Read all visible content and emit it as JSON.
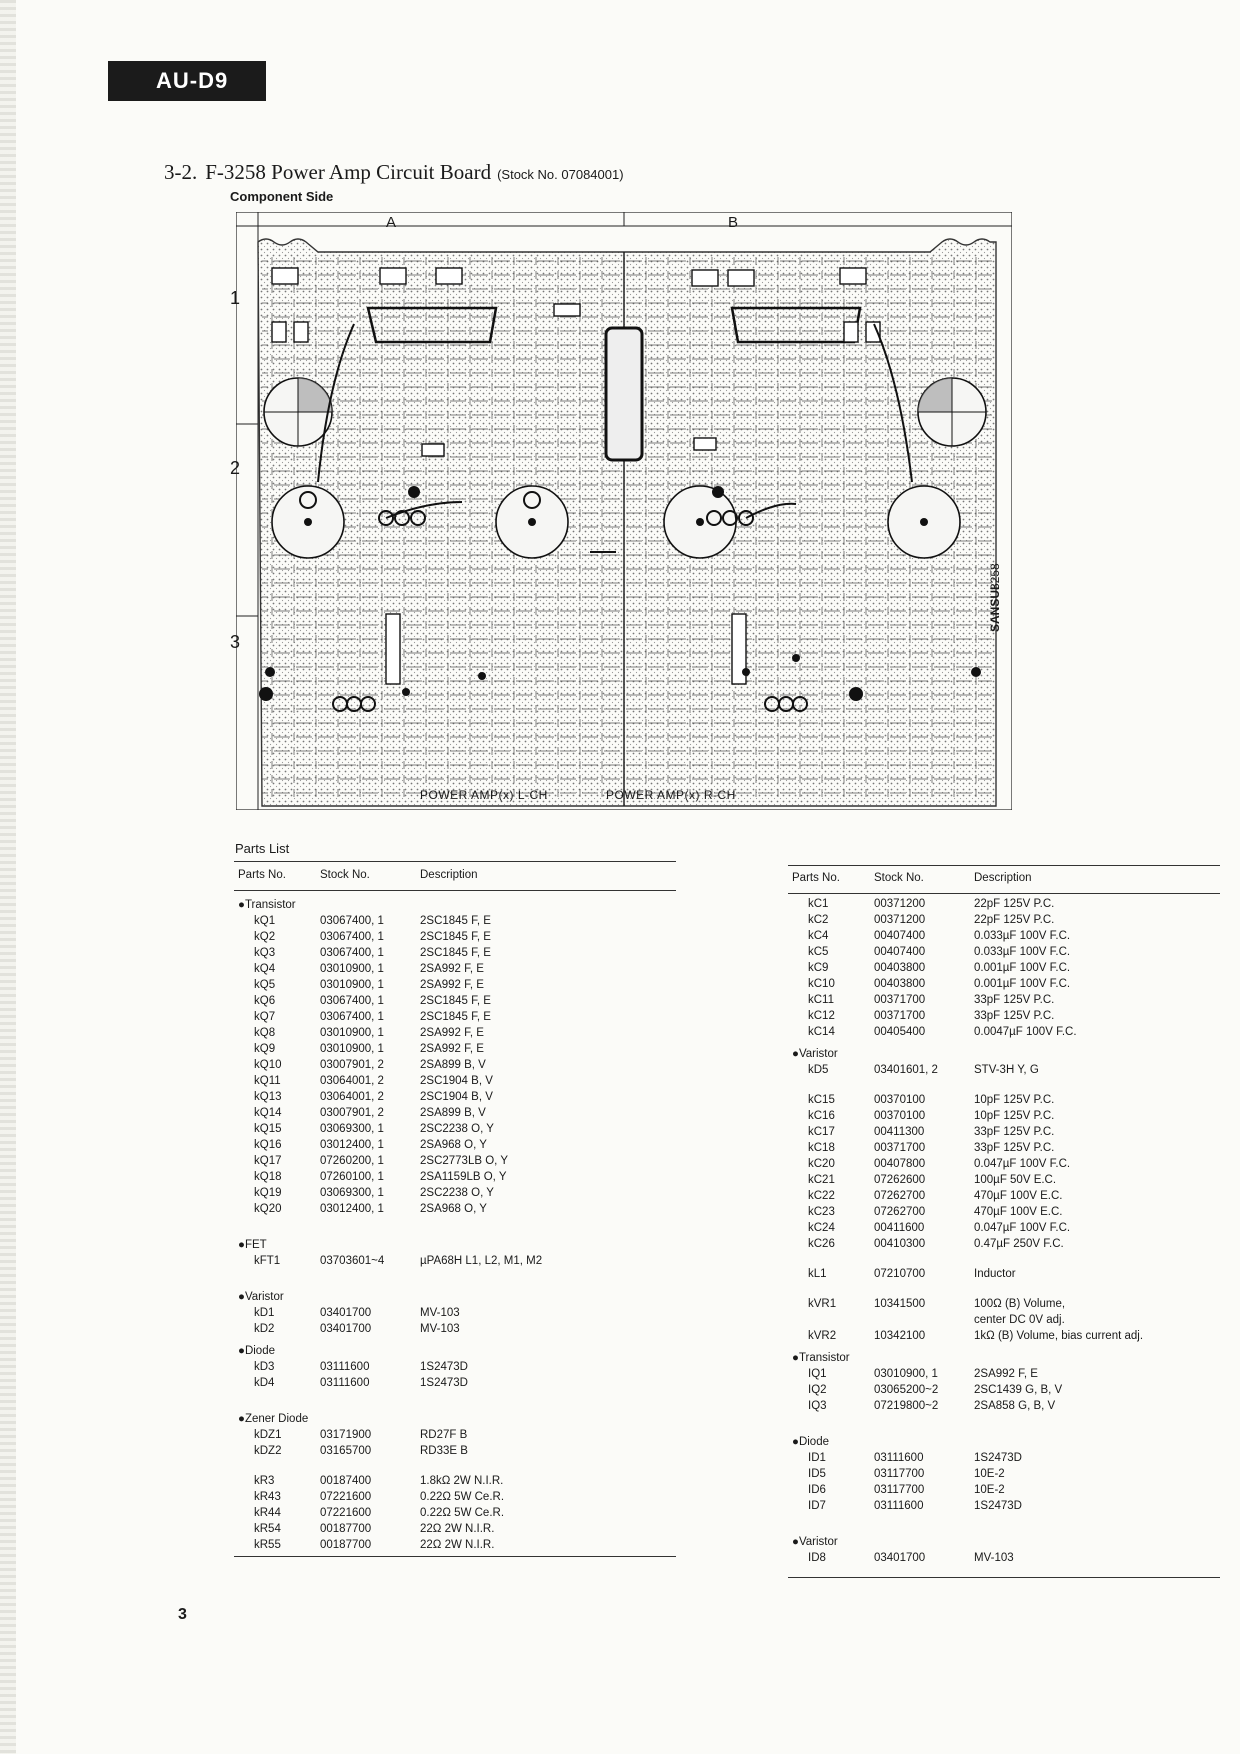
{
  "header": {
    "model": "AU-D9"
  },
  "section": {
    "number": "3-2.",
    "title": "F-3258 Power Amp Circuit Board",
    "stock_note": "(Stock No. 07084001)",
    "subheading": "Component Side"
  },
  "board": {
    "column_labels": [
      "A",
      "B"
    ],
    "row_labels": [
      "1",
      "2",
      "3"
    ],
    "left_channel_label": "POWER AMP(x) L-CH",
    "right_channel_label": "POWER AMP(x) R-CH",
    "board_number": "3258",
    "brand_mark": "SANSUI"
  },
  "parts_list": {
    "title": "Parts List",
    "headers": {
      "parts_no": "Parts No.",
      "stock_no": "Stock No.",
      "description": "Description"
    },
    "left_column": [
      {
        "group": "●Transistor"
      },
      {
        "p": "kQ1",
        "s": "03067400, 1",
        "d": "2SC1845  F, E"
      },
      {
        "p": "kQ2",
        "s": "03067400, 1",
        "d": "2SC1845  F, E"
      },
      {
        "p": "kQ3",
        "s": "03067400, 1",
        "d": "2SC1845  F, E"
      },
      {
        "p": "kQ4",
        "s": "03010900, 1",
        "d": "2SA992  F, E"
      },
      {
        "p": "kQ5",
        "s": "03010900, 1",
        "d": "2SA992  F, E"
      },
      {
        "p": "kQ6",
        "s": "03067400, 1",
        "d": "2SC1845  F, E"
      },
      {
        "p": "kQ7",
        "s": "03067400, 1",
        "d": "2SC1845  F, E"
      },
      {
        "p": "kQ8",
        "s": "03010900, 1",
        "d": "2SA992  F, E"
      },
      {
        "p": "kQ9",
        "s": "03010900, 1",
        "d": "2SA992  F, E"
      },
      {
        "p": "kQ10",
        "s": "03007901, 2",
        "d": "2SA899  B, V"
      },
      {
        "p": "kQ11",
        "s": "03064001, 2",
        "d": "2SC1904  B, V"
      },
      {
        "p": "kQ13",
        "s": "03064001, 2",
        "d": "2SC1904  B, V"
      },
      {
        "p": "kQ14",
        "s": "03007901, 2",
        "d": "2SA899  B, V"
      },
      {
        "p": "kQ15",
        "s": "03069300, 1",
        "d": "2SC2238  O, Y"
      },
      {
        "p": "kQ16",
        "s": "03012400, 1",
        "d": "2SA968  O, Y"
      },
      {
        "p": "kQ17",
        "s": "07260200, 1",
        "d": "2SC2773LB  O, Y"
      },
      {
        "p": "kQ18",
        "s": "07260100, 1",
        "d": "2SA1159LB  O, Y"
      },
      {
        "p": "kQ19",
        "s": "03069300, 1",
        "d": "2SC2238  O, Y"
      },
      {
        "p": "kQ20",
        "s": "03012400, 1",
        "d": "2SA968  O, Y"
      },
      {
        "gap": true
      },
      {
        "group": "●FET"
      },
      {
        "p": "kFT1",
        "s": "03703601~4",
        "d": "µPA68H  L1, L2, M1, M2"
      },
      {
        "gap": true
      },
      {
        "group": "●Varistor"
      },
      {
        "p": "kD1",
        "s": "03401700",
        "d": "MV-103"
      },
      {
        "p": "kD2",
        "s": "03401700",
        "d": "MV-103"
      },
      {
        "group": "●Diode"
      },
      {
        "p": "kD3",
        "s": "03111600",
        "d": "1S2473D"
      },
      {
        "p": "kD4",
        "s": "03111600",
        "d": "1S2473D"
      },
      {
        "gap": true
      },
      {
        "group": "●Zener Diode"
      },
      {
        "p": "kDZ1",
        "s": "03171900",
        "d": "RD27F  B"
      },
      {
        "p": "kDZ2",
        "s": "03165700",
        "d": "RD33E  B"
      },
      {
        "gap": true
      },
      {
        "p": "kR3",
        "s": "00187400",
        "d": "1.8kΩ  2W  N.I.R."
      },
      {
        "p": "kR43",
        "s": "07221600",
        "d": "0.22Ω  5W  Ce.R."
      },
      {
        "p": "kR44",
        "s": "07221600",
        "d": "0.22Ω  5W  Ce.R."
      },
      {
        "p": "kR54",
        "s": "00187700",
        "d": "22Ω  2W  N.I.R."
      },
      {
        "p": "kR55",
        "s": "00187700",
        "d": "22Ω  2W  N.I.R."
      }
    ],
    "right_column": [
      {
        "p": "kC1",
        "s": "00371200",
        "d": "22pF  125V  P.C."
      },
      {
        "p": "kC2",
        "s": "00371200",
        "d": "22pF  125V  P.C."
      },
      {
        "p": "kC4",
        "s": "00407400",
        "d": "0.033µF  100V  F.C."
      },
      {
        "p": "kC5",
        "s": "00407400",
        "d": "0.033µF  100V  F.C."
      },
      {
        "p": "kC9",
        "s": "00403800",
        "d": "0.001µF  100V  F.C."
      },
      {
        "p": "kC10",
        "s": "00403800",
        "d": "0.001µF  100V  F.C."
      },
      {
        "p": "kC11",
        "s": "00371700",
        "d": "33pF  125V  P.C."
      },
      {
        "p": "kC12",
        "s": "00371700",
        "d": "33pF  125V  P.C."
      },
      {
        "p": "kC14",
        "s": "00405400",
        "d": "0.0047µF  100V  F.C."
      },
      {
        "group": "●Varistor"
      },
      {
        "p": "kD5",
        "s": "03401601, 2",
        "d": "STV-3H  Y, G"
      },
      {
        "gap": true
      },
      {
        "p": "kC15",
        "s": "00370100",
        "d": "10pF  125V  P.C."
      },
      {
        "p": "kC16",
        "s": "00370100",
        "d": "10pF  125V  P.C."
      },
      {
        "p": "kC17",
        "s": "00411300",
        "d": "33pF  125V  P.C."
      },
      {
        "p": "kC18",
        "s": "00371700",
        "d": "33pF  125V  P.C."
      },
      {
        "p": "kC20",
        "s": "00407800",
        "d": "0.047µF  100V  F.C."
      },
      {
        "p": "kC21",
        "s": "07262600",
        "d": "100µF  50V  E.C."
      },
      {
        "p": "kC22",
        "s": "07262700",
        "d": "470µF  100V  E.C."
      },
      {
        "p": "kC23",
        "s": "07262700",
        "d": "470µF  100V  E.C."
      },
      {
        "p": "kC24",
        "s": "00411600",
        "d": "0.047µF  100V  F.C."
      },
      {
        "p": "kC26",
        "s": "00410300",
        "d": "0.47µF  250V  F.C."
      },
      {
        "gap": true
      },
      {
        "p": "kL1",
        "s": "07210700",
        "d": "Inductor"
      },
      {
        "gap": true
      },
      {
        "p": "kVR1",
        "s": "10341500",
        "d": "100Ω (B) Volume,"
      },
      {
        "p": "",
        "s": "",
        "d": "center DC 0V adj."
      },
      {
        "p": "kVR2",
        "s": "10342100",
        "d": "1kΩ (B) Volume, bias current adj."
      },
      {
        "group": "●Transistor"
      },
      {
        "p": "IQ1",
        "s": "03010900, 1",
        "d": "2SA992  F, E"
      },
      {
        "p": "IQ2",
        "s": "03065200~2",
        "d": "2SC1439  G, B, V"
      },
      {
        "p": "IQ3",
        "s": "07219800~2",
        "d": "2SA858  G, B, V"
      },
      {
        "gap": true
      },
      {
        "group": "●Diode"
      },
      {
        "p": "ID1",
        "s": "03111600",
        "d": "1S2473D"
      },
      {
        "p": "ID5",
        "s": "03117700",
        "d": "10E-2"
      },
      {
        "p": "ID6",
        "s": "03117700",
        "d": "10E-2"
      },
      {
        "p": "ID7",
        "s": "03111600",
        "d": "1S2473D"
      },
      {
        "gap": true
      },
      {
        "group": "●Varistor"
      },
      {
        "p": "ID8",
        "s": "03401700",
        "d": "MV-103"
      }
    ]
  },
  "footer": {
    "page_number": "3"
  }
}
